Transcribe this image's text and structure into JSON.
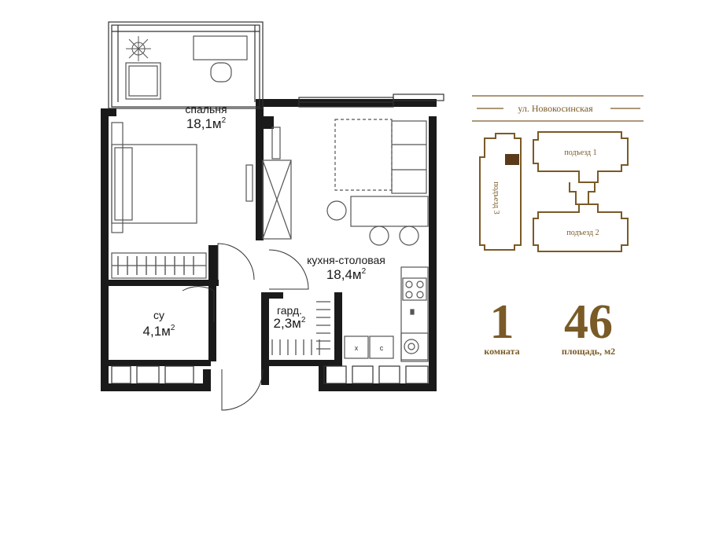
{
  "rooms": {
    "bedroom": {
      "name": "спальня",
      "area": "18,1м",
      "sup": "2"
    },
    "kitchen": {
      "name": "кухня-столовая",
      "area": "18,4м",
      "sup": "2"
    },
    "bath": {
      "name": "су",
      "area": "4,1м",
      "sup": "2"
    },
    "wardrobe": {
      "name": "гард.",
      "area": "2,3м",
      "sup": "2"
    }
  },
  "fixtures": {
    "washer_label": "х",
    "dryer_label": "с"
  },
  "site": {
    "street": "ул. Новокосинская",
    "entrance1": "подъезд 1",
    "entrance2": "подъезд 2",
    "entrance3": "подъезд 3"
  },
  "stats": {
    "rooms_value": "1",
    "rooms_label": "комната",
    "area_value": "46",
    "area_label": "площадь, м2"
  },
  "colors": {
    "brand": "#7a5a26",
    "wall": "#1a1a1a",
    "furniture": "#555555"
  }
}
